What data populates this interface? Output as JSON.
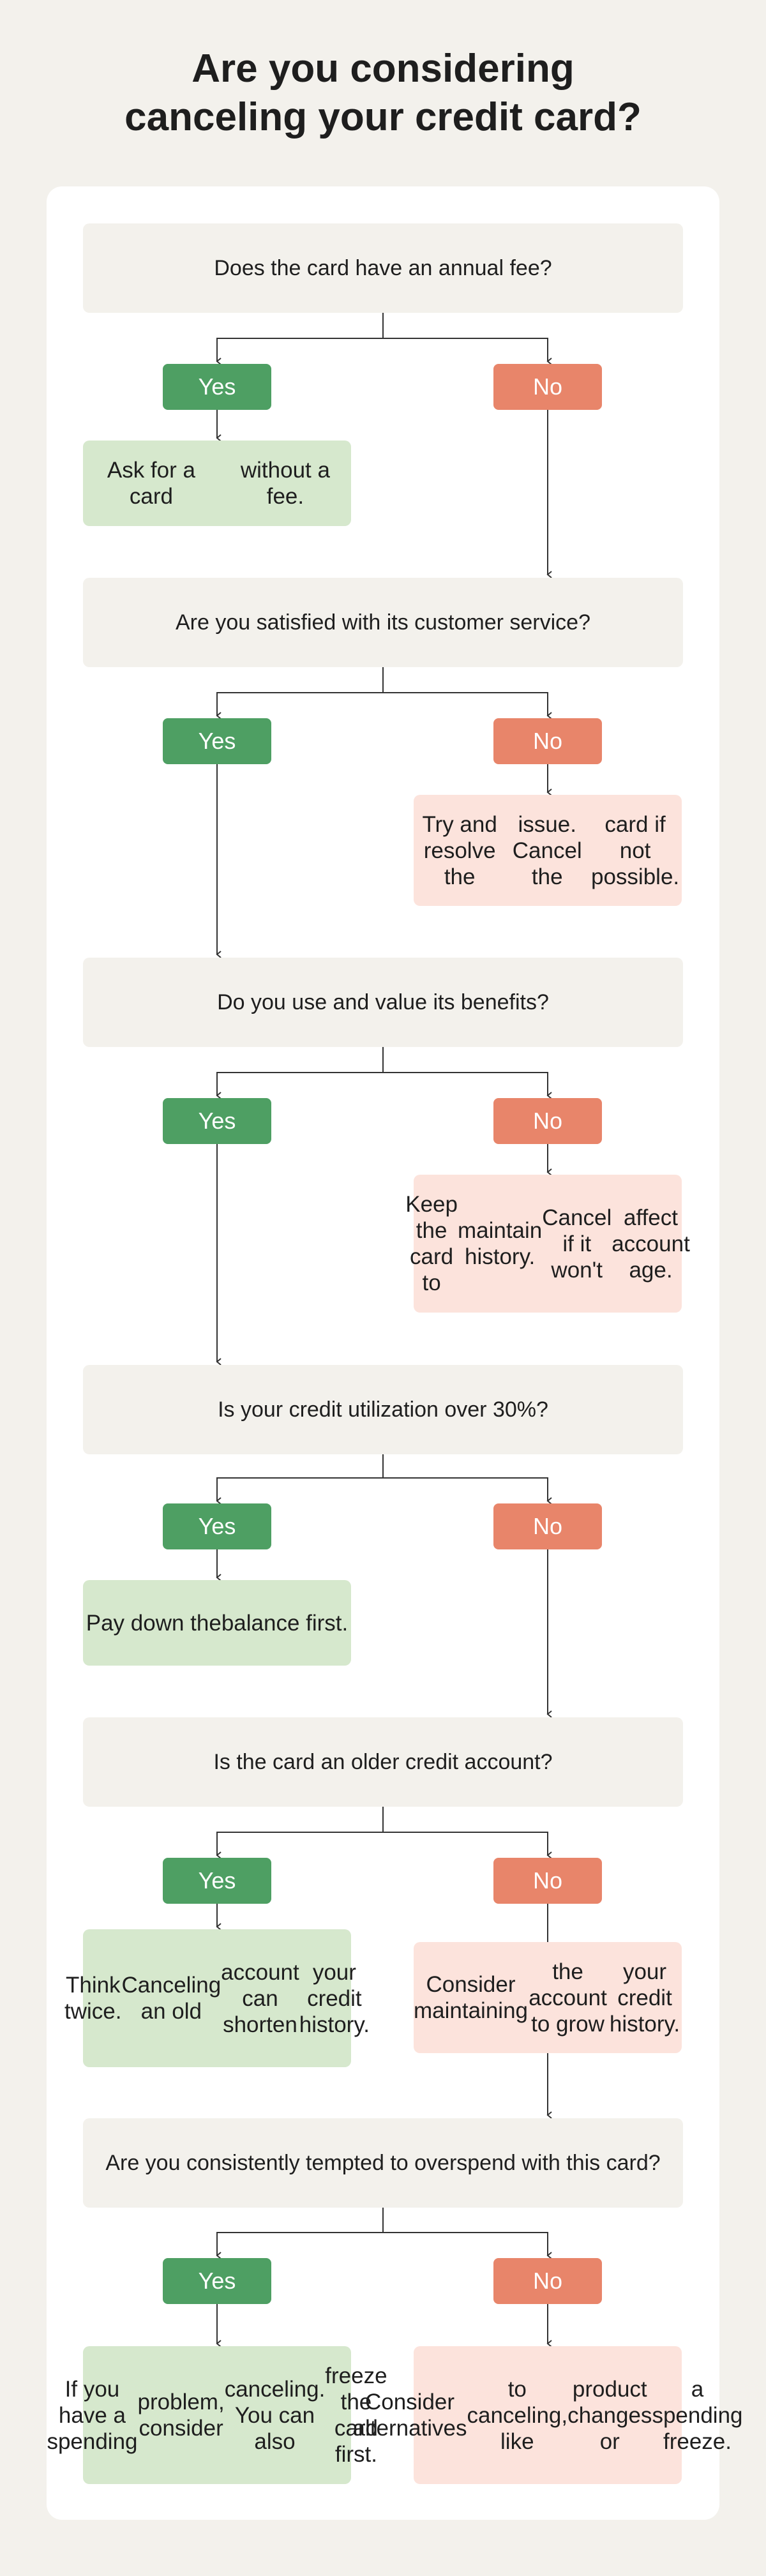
{
  "title": {
    "line1": "Are you considering",
    "line2": "canceling your credit card?"
  },
  "yes_label": "Yes",
  "no_label": "No",
  "steps": [
    {
      "question": "Does the card have an annual fee?",
      "yes_result": [
        "Ask for a card",
        "without a fee."
      ],
      "no_result": []
    },
    {
      "question": "Are you satisfied with its customer service?",
      "yes_result": [],
      "no_result": [
        "Try and resolve the",
        "issue. Cancel the",
        "card if not possible."
      ]
    },
    {
      "question": "Do you use and value its benefits?",
      "yes_result": [],
      "no_result": [
        "Keep the card to",
        "maintain history.",
        "Cancel if it won't",
        "affect account age."
      ]
    },
    {
      "question": "Is your credit utilization over 30%?",
      "yes_result": [
        "Pay down the",
        "balance first."
      ],
      "no_result": []
    },
    {
      "question": "Is the card an older credit account?",
      "yes_result": [
        "Think twice.",
        "Canceling an old",
        "account can shorten",
        "your credit history."
      ],
      "no_result": [
        "Consider maintaining",
        "the account to grow",
        "your credit history."
      ]
    },
    {
      "question": "Are you consistently tempted to overspend with this card?",
      "yes_result": [
        "If you have a spending",
        "problem, consider",
        "canceling. You can also",
        "freeze the card first."
      ],
      "no_result": [
        "Consider alternatives",
        "to canceling, like",
        "product changes or",
        "a spending freeze."
      ]
    }
  ],
  "colors": {
    "background": "#f3f1ec",
    "card": "#ffffff",
    "question_box": "#f3f1ec",
    "yes_button": "#4e9f63",
    "no_button": "#e8856a",
    "yes_result": "#d6e8cd",
    "no_result": "#fce3dc",
    "connector": "#333333"
  }
}
